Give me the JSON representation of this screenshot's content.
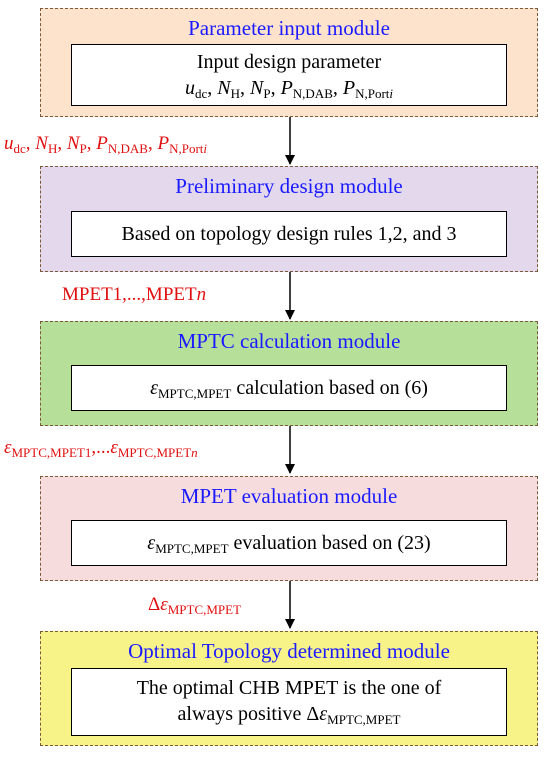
{
  "modules": [
    {
      "title": "Parameter input module",
      "text": "Input design parameter",
      "color": "#fde3cc"
    },
    {
      "title": "Preliminary design module",
      "text": "Based on topology design rules 1,2, and 3",
      "color": "#e4d9ec"
    },
    {
      "title": "MPTC calculation module",
      "text": "calculation based on (6)",
      "color": "#b6df9a"
    },
    {
      "title": "MPET evaluation module",
      "text": "evaluation based on (23)",
      "color": "#f6dcdc"
    },
    {
      "title": "Optimal Topology determined module",
      "text_line1": "The optimal CHB MPET is the one of",
      "text_line2": "always positive",
      "color": "#f7f389"
    }
  ],
  "symbols": {
    "u": "u",
    "dc": "dc",
    "N": "N",
    "H": "H",
    "P_sub": "P",
    "P": "P",
    "NDAB": "N,DAB",
    "NPort": "N,Port",
    "i": "i",
    "comma": ",",
    "epsilon": "ε",
    "MPTC_MPET": "MPTC,MPET",
    "MPTC_MPET1": "MPTC,MPET1",
    "MPTC_MPETn_prefix": "MPTC,MPET",
    "n": "n",
    "ellipsis": ",...",
    "delta": "Δ"
  },
  "flow_labels": {
    "label2_text": "MPET1,...,MPET",
    "label2_n": "n"
  }
}
